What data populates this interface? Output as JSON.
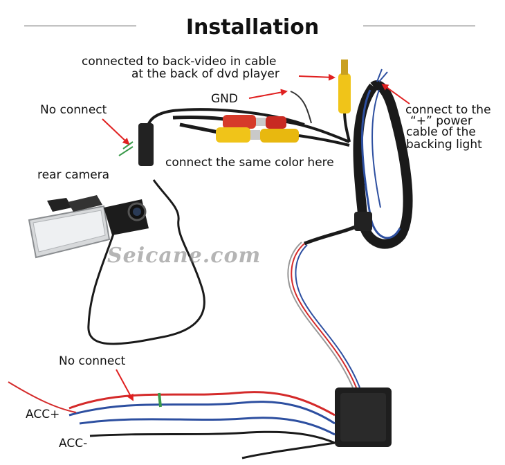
{
  "title": "Installation",
  "watermark": "Seicane.com",
  "labels": {
    "back_video_line1": "connected to back-video in cable",
    "back_video_line2": "at the back of dvd player",
    "gnd": "GND",
    "no_connect_top": "No connect",
    "power_line1": "connect to the",
    "power_line2": "“+”  power",
    "power_line3": "cable of the",
    "power_line4": "backing light",
    "same_color": "connect the same color here",
    "rear_camera": "rear camera",
    "no_connect_bottom": "No connect",
    "acc_plus": "ACC+",
    "acc_minus": "ACC-"
  },
  "colors": {
    "arrow": "#e02020",
    "wire_black": "#1a1a1a",
    "wire_red": "#d42a2a",
    "wire_blue": "#2d4fa0",
    "rca_yellow": "#f0c419",
    "rca_red": "#d63a2a"
  }
}
